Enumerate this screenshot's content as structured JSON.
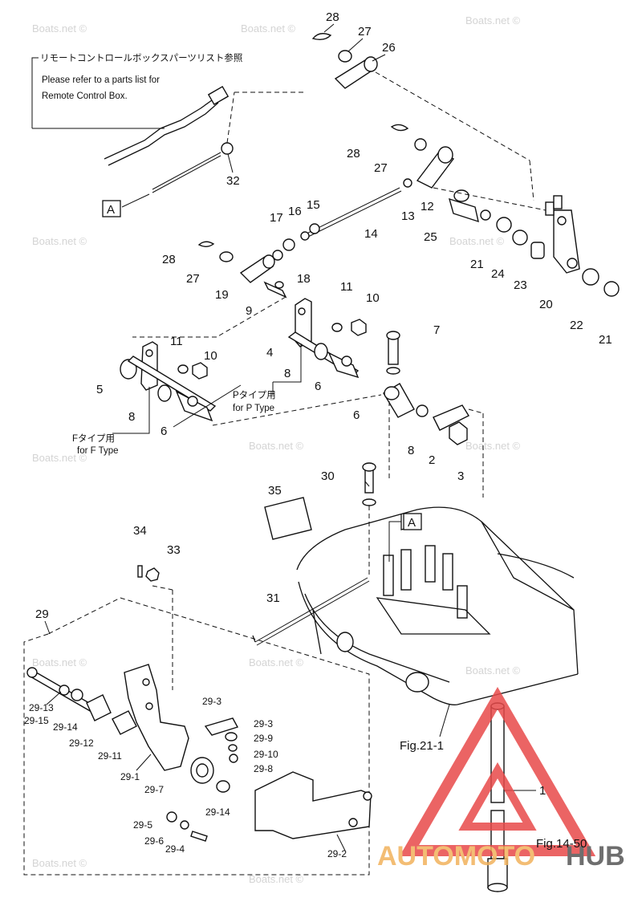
{
  "notes": {
    "remote_jp": "リモートコントロールボックスパーツリスト参照",
    "remote_en_1": "Please refer to a parts list for",
    "remote_en_2": "Remote Control Box.",
    "p_type_jp": "Pタイプ用",
    "p_type_en": "for P Type",
    "f_type_jp": "Fタイプ用",
    "f_type_en": "for F Type"
  },
  "refs": {
    "fig_21": "Fig.21-1",
    "fig_14": "Fig.14-50",
    "ref_a": "A"
  },
  "watermark": "Boats.net ©",
  "brand": {
    "part1": "AUTOMOTO",
    "part2": "HUB",
    "color_primary": "#f2b25c",
    "color_dark": "#555555",
    "triangle_color": "#e84a4a"
  },
  "callouts": [
    "28",
    "27",
    "26",
    "32",
    "28",
    "27",
    "12",
    "13",
    "25",
    "17",
    "16",
    "15",
    "14",
    "28",
    "27",
    "18",
    "19",
    "9",
    "11",
    "10",
    "24",
    "21",
    "23",
    "20",
    "22",
    "21",
    "7",
    "4",
    "8",
    "6",
    "11",
    "10",
    "5",
    "8",
    "6",
    "6",
    "8",
    "2",
    "3",
    "30",
    "35",
    "34",
    "33",
    "31",
    "29",
    "29-13",
    "29-15",
    "29-14",
    "29-12",
    "29-11",
    "29-3",
    "29-3",
    "29-9",
    "29-10",
    "29-8",
    "29-1",
    "29-7",
    "29-14",
    "29-5",
    "29-6",
    "29-4",
    "29-2",
    "1"
  ]
}
